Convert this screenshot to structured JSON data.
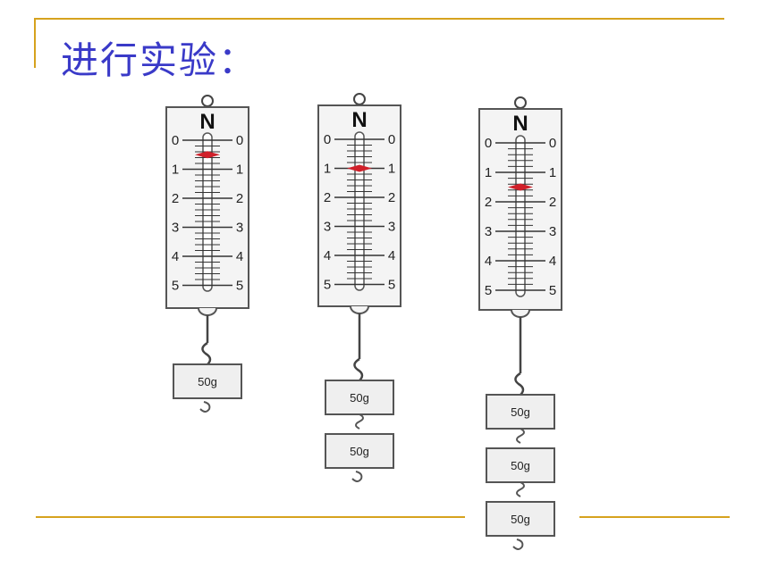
{
  "slide": {
    "title": "进行实验：",
    "accent_color": "#d6a21e",
    "title_color": "#3a3ac8"
  },
  "scales": [
    {
      "unit": "N",
      "ticks": [
        "0",
        "1",
        "2",
        "3",
        "4",
        "5"
      ],
      "reading": 0.5,
      "weights": [
        "50g"
      ]
    },
    {
      "unit": "N",
      "ticks": [
        "0",
        "1",
        "2",
        "3",
        "4",
        "5"
      ],
      "reading": 1.0,
      "weights": [
        "50g",
        "50g"
      ]
    },
    {
      "unit": "N",
      "ticks": [
        "0",
        "1",
        "2",
        "3",
        "4",
        "5"
      ],
      "reading": 1.5,
      "weights": [
        "50g",
        "50g",
        "50g"
      ]
    }
  ]
}
